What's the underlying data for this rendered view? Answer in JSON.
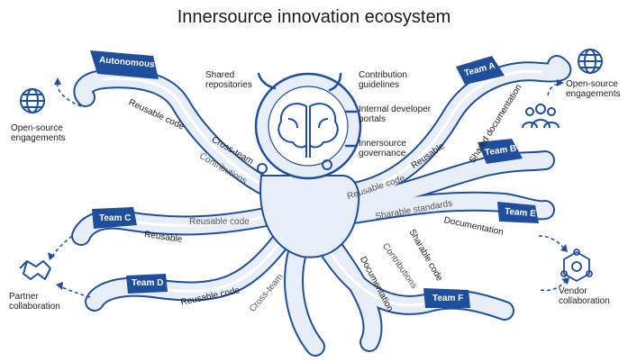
{
  "title": "Innersource innovation ecosystem",
  "head_labels": {
    "shared_repos": [
      "Shared",
      "repositories"
    ],
    "contribution_guidelines": [
      "Contribution",
      "guidelines"
    ],
    "internal_portals": [
      "Internal developer",
      "portals"
    ],
    "innersource_governance": [
      "Innersource",
      "governance"
    ]
  },
  "teams": {
    "autonomous": "Autonomous",
    "team_a": "Team A",
    "team_b": "Team B",
    "team_c": "Team C",
    "team_d": "Team D",
    "team_e": "Team E",
    "team_f": "Team F"
  },
  "arm_labels": {
    "reusable_code_top": "Reusable code",
    "cross_team_top": "Cross-team",
    "contributions_left": "Contributions",
    "reusable_code_mid": "Reusable code",
    "reusable_left": "Reusable",
    "reusable_code_d": "Reusable code",
    "cross_team_d": "Cross-team",
    "reusable_right": "Reusable",
    "reusable_code_right": "Reusable code",
    "shared_documentation": "Shared documentation",
    "sharable_standards": "Sharable standards",
    "documentation_right": "Documentation",
    "sharable_code": "Sharable code",
    "contributions_right": "Contributions",
    "documentation_bottom": "Documentation"
  },
  "external": {
    "open_source_left": [
      "Open-source",
      "engagements"
    ],
    "open_source_right": [
      "Open-source",
      "engagements"
    ],
    "partner": [
      "Partner",
      "collaboration"
    ],
    "vendor": [
      "Vendor",
      "collaboration"
    ]
  },
  "colors": {
    "accent": "#1f4e9c",
    "fill": "#e8eef8",
    "text": "#1d1d1d"
  }
}
